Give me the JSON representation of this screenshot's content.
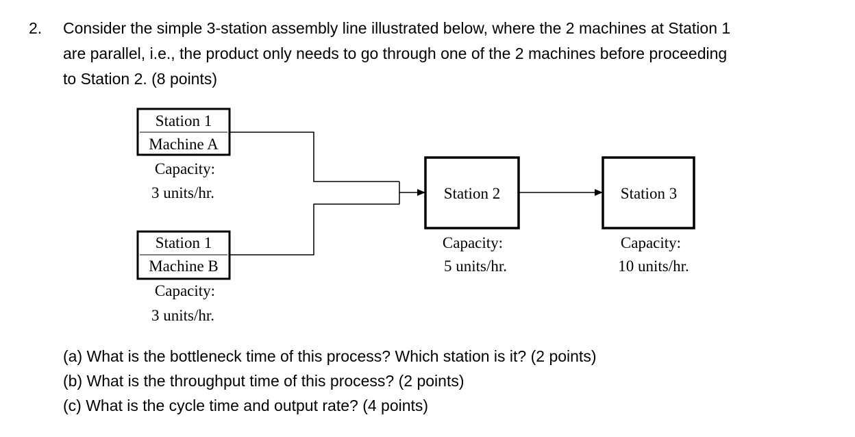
{
  "question": {
    "number": "2.",
    "lines": [
      "Consider the simple 3-station assembly line illustrated below, where the 2 machines at Station 1",
      "are parallel, i.e., the product only needs to go through one of the 2 machines before proceeding",
      "to Station 2. (8 points)"
    ]
  },
  "diagram": {
    "machine_a": {
      "line1": "Station 1",
      "line2": "Machine A",
      "cap_label": "Capacity:",
      "cap_value": "3 units/hr."
    },
    "machine_b": {
      "line1": "Station 1",
      "line2": "Machine B",
      "cap_label": "Capacity:",
      "cap_value": "3 units/hr."
    },
    "station2": {
      "label": "Station 2",
      "cap_label": "Capacity:",
      "cap_value": "5 units/hr."
    },
    "station3": {
      "label": "Station 3",
      "cap_label": "Capacity:",
      "cap_value": "10 units/hr."
    }
  },
  "subquestions": [
    "(a) What is the bottleneck time of this process? Which station is it? (2 points)",
    "(b) What is the throughput time of this process? (2 points)",
    "(c) What is the cycle time and output rate? (4 points)"
  ]
}
